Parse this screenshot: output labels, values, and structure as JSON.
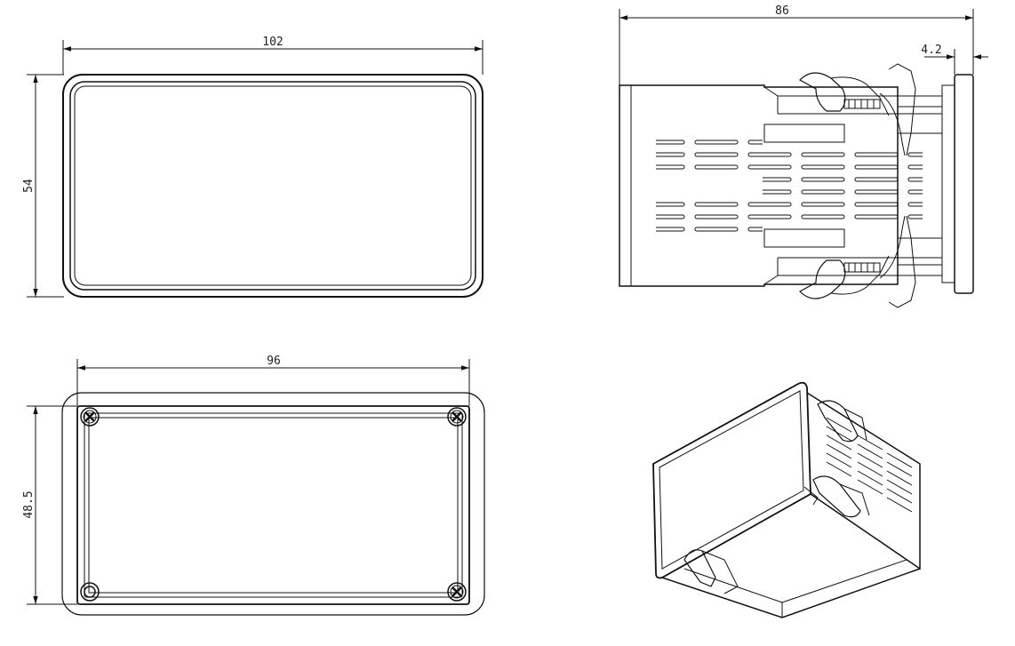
{
  "dimensions": {
    "front_width": "102",
    "front_height": "54",
    "side_depth": "86",
    "side_flange": "4.2",
    "rear_width": "96",
    "rear_height": "48.5"
  },
  "colors": {
    "line": "#111111",
    "background": "#ffffff"
  },
  "views": {
    "front": "front-view",
    "side": "side-view",
    "rear": "rear-view",
    "isometric": "isometric-view"
  }
}
